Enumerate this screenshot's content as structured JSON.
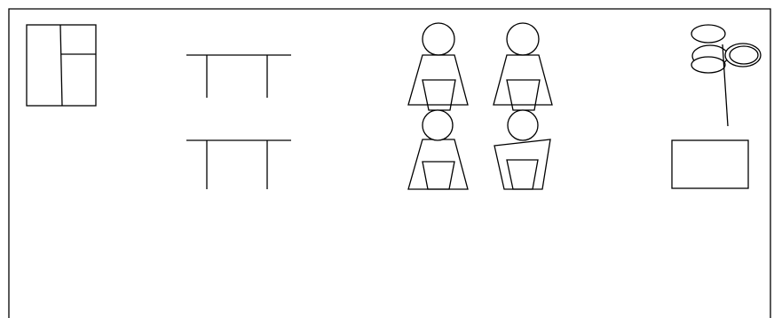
{
  "diagram": {
    "colors": {
      "background": "#ffffff",
      "stroke": "#000000"
    },
    "elements": [
      {
        "kind": "frame",
        "name": "diagram-frame"
      },
      {
        "kind": "door-icon",
        "name": "door-icon"
      },
      {
        "kind": "table-icon",
        "name": "table-icon-top"
      },
      {
        "kind": "table-icon",
        "name": "table-icon-bottom"
      },
      {
        "kind": "person-icon",
        "name": "person-icon-1"
      },
      {
        "kind": "person-icon",
        "name": "person-icon-2"
      },
      {
        "kind": "person-icon",
        "name": "person-icon-3"
      },
      {
        "kind": "person-icon",
        "name": "person-icon-4"
      },
      {
        "kind": "drum-kit-icon",
        "name": "drum-kit-icon"
      },
      {
        "kind": "box-icon",
        "name": "box-icon"
      }
    ]
  }
}
